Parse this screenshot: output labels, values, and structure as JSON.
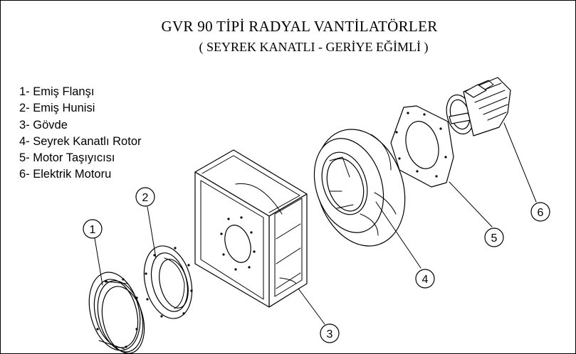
{
  "title": "GVR 90 TİPİ RADYAL VANTİLATÖRLER",
  "subtitle": "( SEYREK KANATLI - GERİYE EĞİMLİ )",
  "legend": [
    "1- Emiş Flanşı",
    "2- Emiş Hunisi",
    "3- Gövde",
    "4- Seyrek Kanatlı Rotor",
    "5- Motor Taşıyıcısı",
    "6- Elektrik Motoru"
  ],
  "callouts": [
    "1",
    "2",
    "3",
    "4",
    "5",
    "6"
  ]
}
